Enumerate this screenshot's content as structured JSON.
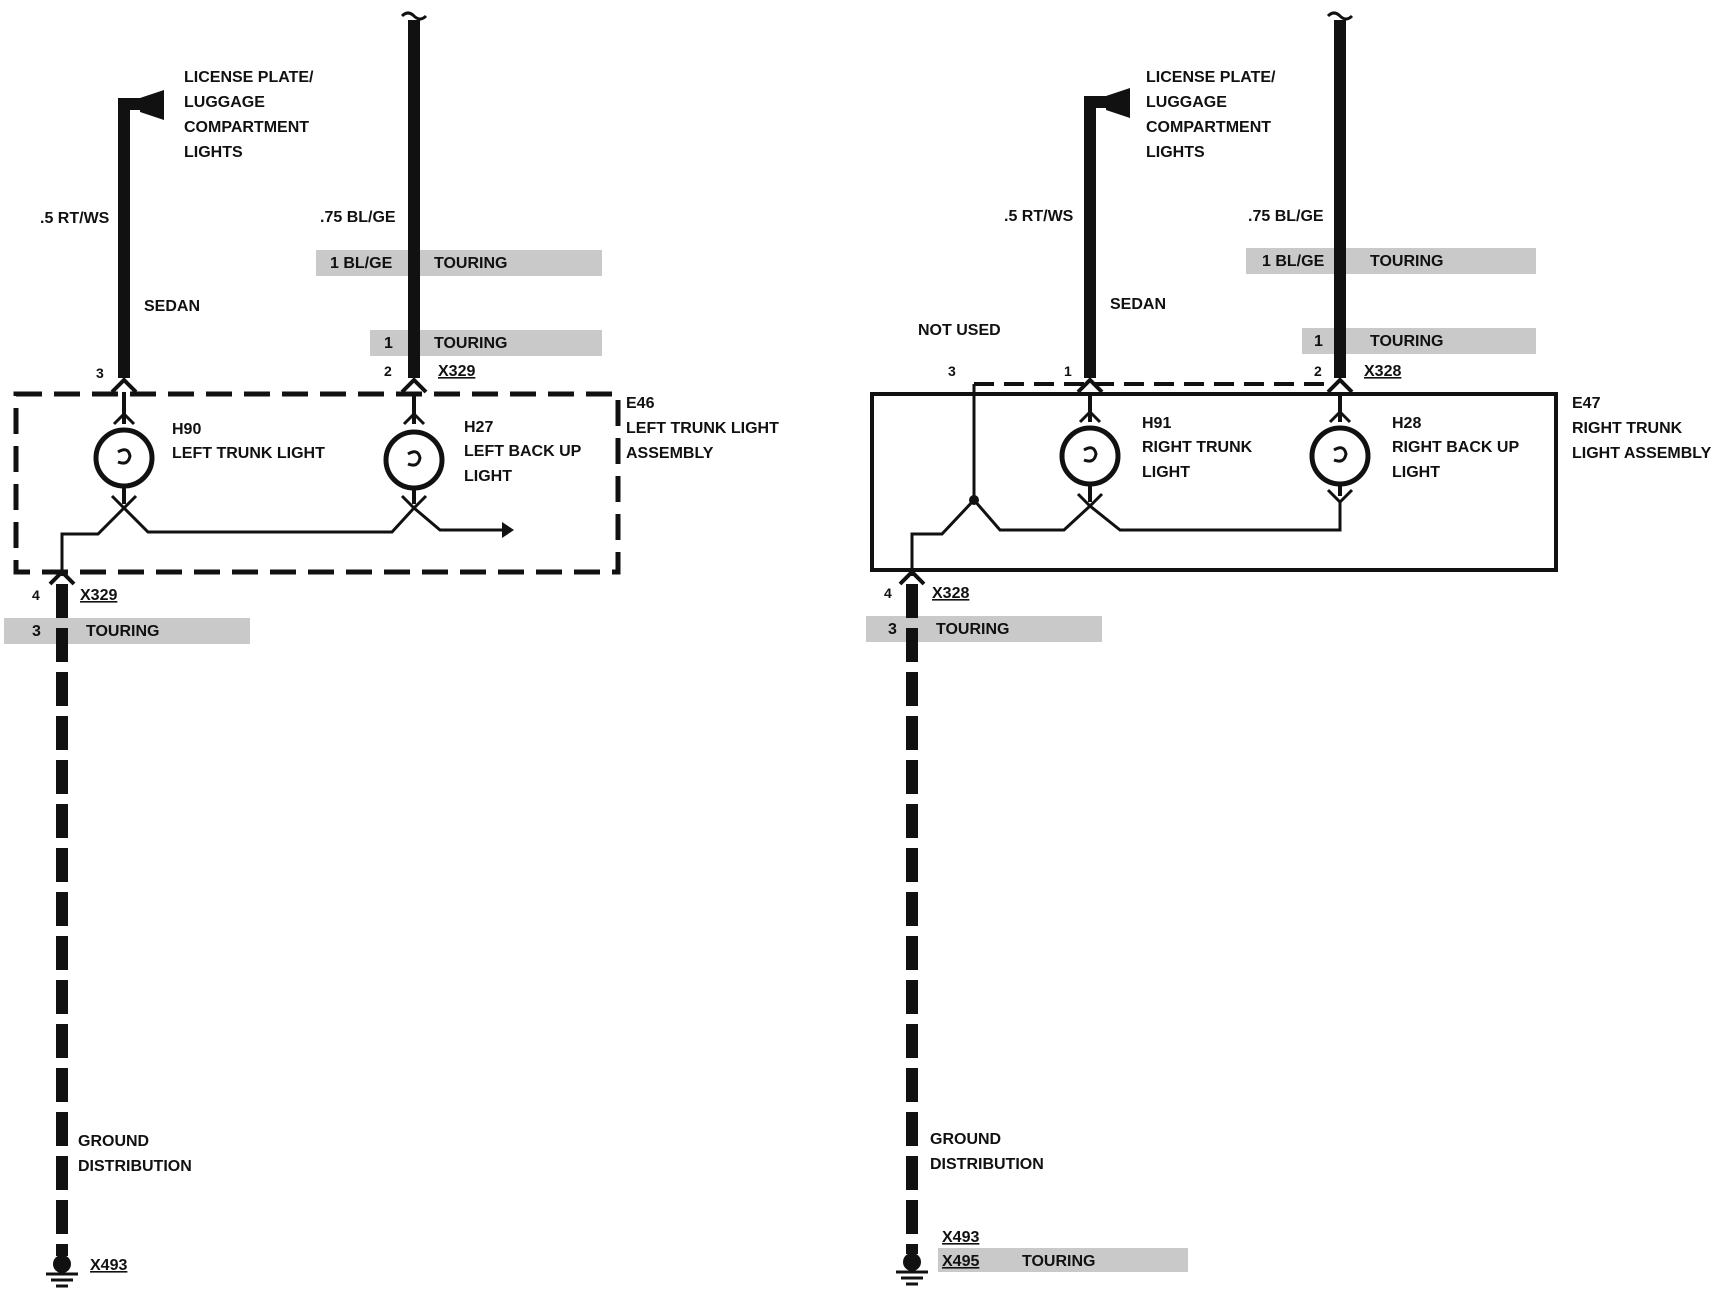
{
  "left": {
    "top_label": [
      "LICENSE PLATE/",
      "LUGGAGE",
      "COMPARTMENT",
      "LIGHTS"
    ],
    "wire_a": ".5 RT/WS",
    "wire_a_variant": "SEDAN",
    "wire_b": ".75 BL/GE",
    "wire_b_alt": "1 BL/GE",
    "wire_b_alt_note": "TOURING",
    "pin_alt": "1",
    "pin_alt_note": "TOURING",
    "pin_a": "3",
    "pin_b": "2",
    "connector": "X329",
    "assembly_id": "E46",
    "assembly_name": [
      "LEFT TRUNK LIGHT",
      "ASSEMBLY"
    ],
    "lamp1_id": "H90",
    "lamp1_name": [
      "LEFT TRUNK LIGHT"
    ],
    "lamp2_id": "H27",
    "lamp2_name": [
      "LEFT BACK UP",
      "LIGHT"
    ],
    "bottom_pin": "4",
    "bottom_connector": "X329",
    "bottom_pin_alt": "3",
    "bottom_pin_alt_note": "TOURING",
    "ground_label": [
      "GROUND",
      "DISTRIBUTION"
    ],
    "ground_id": "X493"
  },
  "right": {
    "top_label": [
      "LICENSE PLATE/",
      "LUGGAGE",
      "COMPARTMENT",
      "LIGHTS"
    ],
    "wire_a": ".5 RT/WS",
    "wire_a_variant": "SEDAN",
    "not_used": "NOT USED",
    "wire_b": ".75 BL/GE",
    "wire_b_alt": "1 BL/GE",
    "wire_b_alt_note": "TOURING",
    "pin_alt": "1",
    "pin_alt_note": "TOURING",
    "pin_nu": "3",
    "pin_a": "1",
    "pin_b": "2",
    "connector": "X328",
    "assembly_id": "E47",
    "assembly_name": [
      "RIGHT TRUNK",
      "LIGHT ASSEMBLY"
    ],
    "lamp1_id": "H91",
    "lamp1_name": [
      "RIGHT TRUNK",
      "LIGHT"
    ],
    "lamp2_id": "H28",
    "lamp2_name": [
      "RIGHT BACK UP",
      "LIGHT"
    ],
    "bottom_pin": "4",
    "bottom_connector": "X328",
    "bottom_pin_alt": "3",
    "bottom_pin_alt_note": "TOURING",
    "ground_label": [
      "GROUND",
      "DISTRIBUTION"
    ],
    "ground_id": "X493",
    "ground_id_alt": "X495",
    "ground_id_alt_note": "TOURING"
  }
}
